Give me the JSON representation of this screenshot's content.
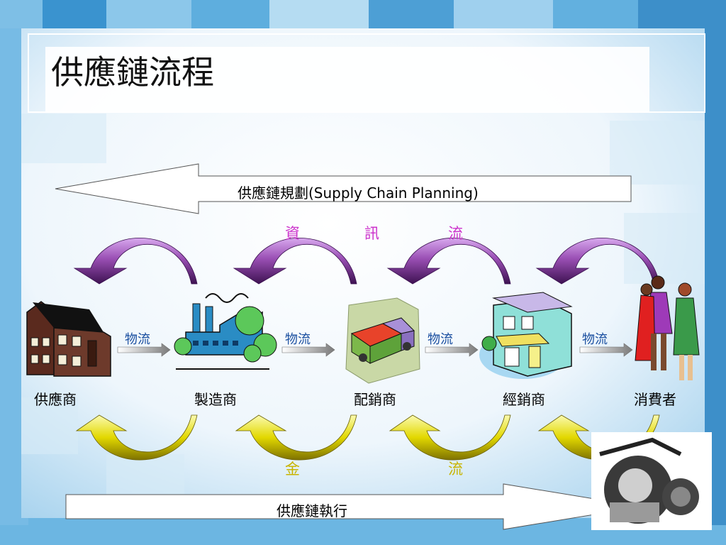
{
  "title": "供應鏈流程",
  "planning": {
    "label": "供應鏈規劃(Supply Chain Planning)"
  },
  "execution": {
    "label": "供應鏈執行"
  },
  "information_flow": {
    "chars": [
      "資",
      "訊",
      "流"
    ]
  },
  "money_flow": {
    "chars": [
      "金",
      "流"
    ]
  },
  "physical_flow_label": "物流",
  "nodes": [
    {
      "label": "供應商",
      "icon": "supplier-house-icon"
    },
    {
      "label": "製造商",
      "icon": "factory-icon"
    },
    {
      "label": "配銷商",
      "icon": "delivery-truck-icon"
    },
    {
      "label": "經銷商",
      "icon": "store-icon"
    },
    {
      "label": "消費者",
      "icon": "consumers-icon"
    }
  ],
  "colors": {
    "background": "#5aa9dc",
    "panel": "#f3f8fc",
    "info_arrow": "#9a4fb4",
    "money_arrow": "#e2d800",
    "info_text": "#cc33cc",
    "money_text": "#c8b400",
    "flow_text": "#1a4fa0"
  }
}
